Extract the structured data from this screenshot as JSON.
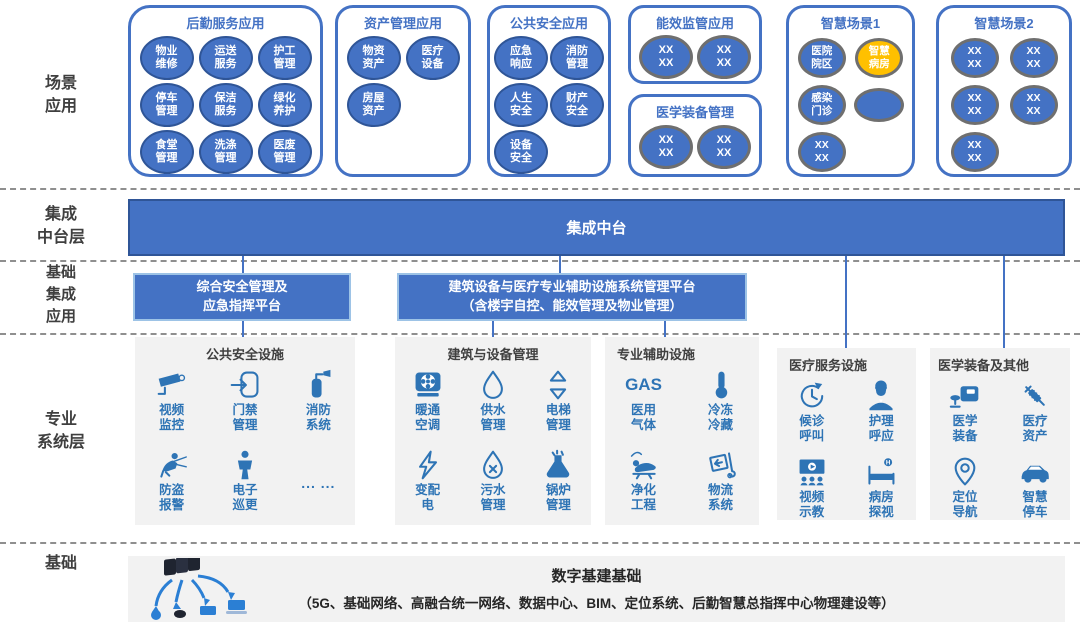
{
  "layers": {
    "scene": "场景\n应用",
    "integration": "集成\n中台层",
    "basic_integration": "基础\n集成\n应用",
    "professional": "专业\n系统层",
    "foundation": "基础"
  },
  "scene_groups": [
    {
      "title": "后勤服务应用",
      "items": [
        "物业\n维修",
        "运送\n服务",
        "护工\n管理",
        "停车\n管理",
        "保洁\n服务",
        "绿化\n养护",
        "食堂\n管理",
        "洗涤\n管理",
        "医废\n管理"
      ]
    },
    {
      "title": "资产管理应用",
      "items": [
        "物资\n资产",
        "医疗\n设备",
        "房屋\n资产"
      ]
    },
    {
      "title": "公共安全应用",
      "items": [
        "应急\n响应",
        "消防\n管理",
        "人生\n安全",
        "财产\n安全",
        "设备\n安全"
      ]
    },
    {
      "title": "能效监管应用",
      "items": [
        "XX\nXX",
        "XX\nXX"
      ]
    },
    {
      "title": "医学装备管理",
      "items": [
        "XX\nXX",
        "XX\nXX"
      ]
    },
    {
      "title": "智慧场景1",
      "items": [
        "医院\n院区",
        "智慧\n病房",
        "感染\n门诊",
        "",
        "XX\nXX"
      ]
    },
    {
      "title": "智慧场景2",
      "items": [
        "XX\nXX",
        "XX\nXX",
        "XX\nXX",
        "XX\nXX",
        "XX\nXX"
      ]
    }
  ],
  "integration_bar": {
    "label": "集成中台"
  },
  "platforms": [
    {
      "label": "综合安全管理及\n应急指挥平台"
    },
    {
      "label": "建筑设备与医疗专业辅助设施系统管理平台\n（含楼宇自控、能效管理及物业管理）"
    }
  ],
  "pro_sections": [
    {
      "title": "公共安全设施",
      "items": [
        {
          "icon": "cctv-camera",
          "label": "视频\n监控"
        },
        {
          "icon": "door-access",
          "label": "门禁\n管理"
        },
        {
          "icon": "fire-extinguisher",
          "label": "消防\n系统"
        },
        {
          "icon": "burglar",
          "label": "防盗\n报警"
        },
        {
          "icon": "patrol-guard",
          "label": "电子\n巡更"
        },
        {
          "icon": "more-dots",
          "label": "... ..."
        }
      ]
    },
    {
      "title": "建筑与设备管理",
      "items": [
        {
          "icon": "hvac-fan",
          "label": "暖通\n空调"
        },
        {
          "icon": "water-drop",
          "label": "供水\n管理"
        },
        {
          "icon": "elevator",
          "label": "电梯\n管理"
        },
        {
          "icon": "lightning",
          "label": "变配\n电"
        },
        {
          "icon": "sewage-drop",
          "label": "污水\n管理"
        },
        {
          "icon": "boiler-flask",
          "label": "锅炉\n管理"
        }
      ]
    },
    {
      "title": "专业辅助设施",
      "items": [
        {
          "icon": "gas-text",
          "icon_text": "GAS",
          "label": "医用\n气体"
        },
        {
          "icon": "thermometer",
          "label": "冷冻\n冷藏"
        },
        {
          "icon": "surgery",
          "label": "净化\n工程"
        },
        {
          "icon": "logistics-trolley",
          "label": "物流\n系统"
        }
      ]
    },
    {
      "title": "医疗服务设施",
      "items": [
        {
          "icon": "waiting-clock",
          "label": "候诊\n呼叫"
        },
        {
          "icon": "nurse",
          "label": "护理\n呼应"
        },
        {
          "icon": "video-teaching",
          "label": "视频\n示教"
        },
        {
          "icon": "hospital-bed",
          "label": "病房\n探视"
        }
      ]
    },
    {
      "title": "医学装备及其他",
      "items": [
        {
          "icon": "medical-equipment",
          "label": "医学\n装备"
        },
        {
          "icon": "syringe",
          "label": "医疗\n资产"
        },
        {
          "icon": "location-pin",
          "label": "定位\n导航"
        },
        {
          "icon": "smart-car",
          "label": "智慧\n停车"
        }
      ]
    }
  ],
  "foundation": {
    "title": "数字基建基础",
    "desc": "（5G、基础网络、高融合统一网络、数据中心、BIM、定位系统、后勤智慧总指挥中心物理建设等）"
  },
  "colors": {
    "accent": "#4472C4",
    "accent_dark": "#2F5597",
    "orange": "#FFC000",
    "icon_blue": "#2E74B5",
    "panel": "#F2F2F2"
  }
}
